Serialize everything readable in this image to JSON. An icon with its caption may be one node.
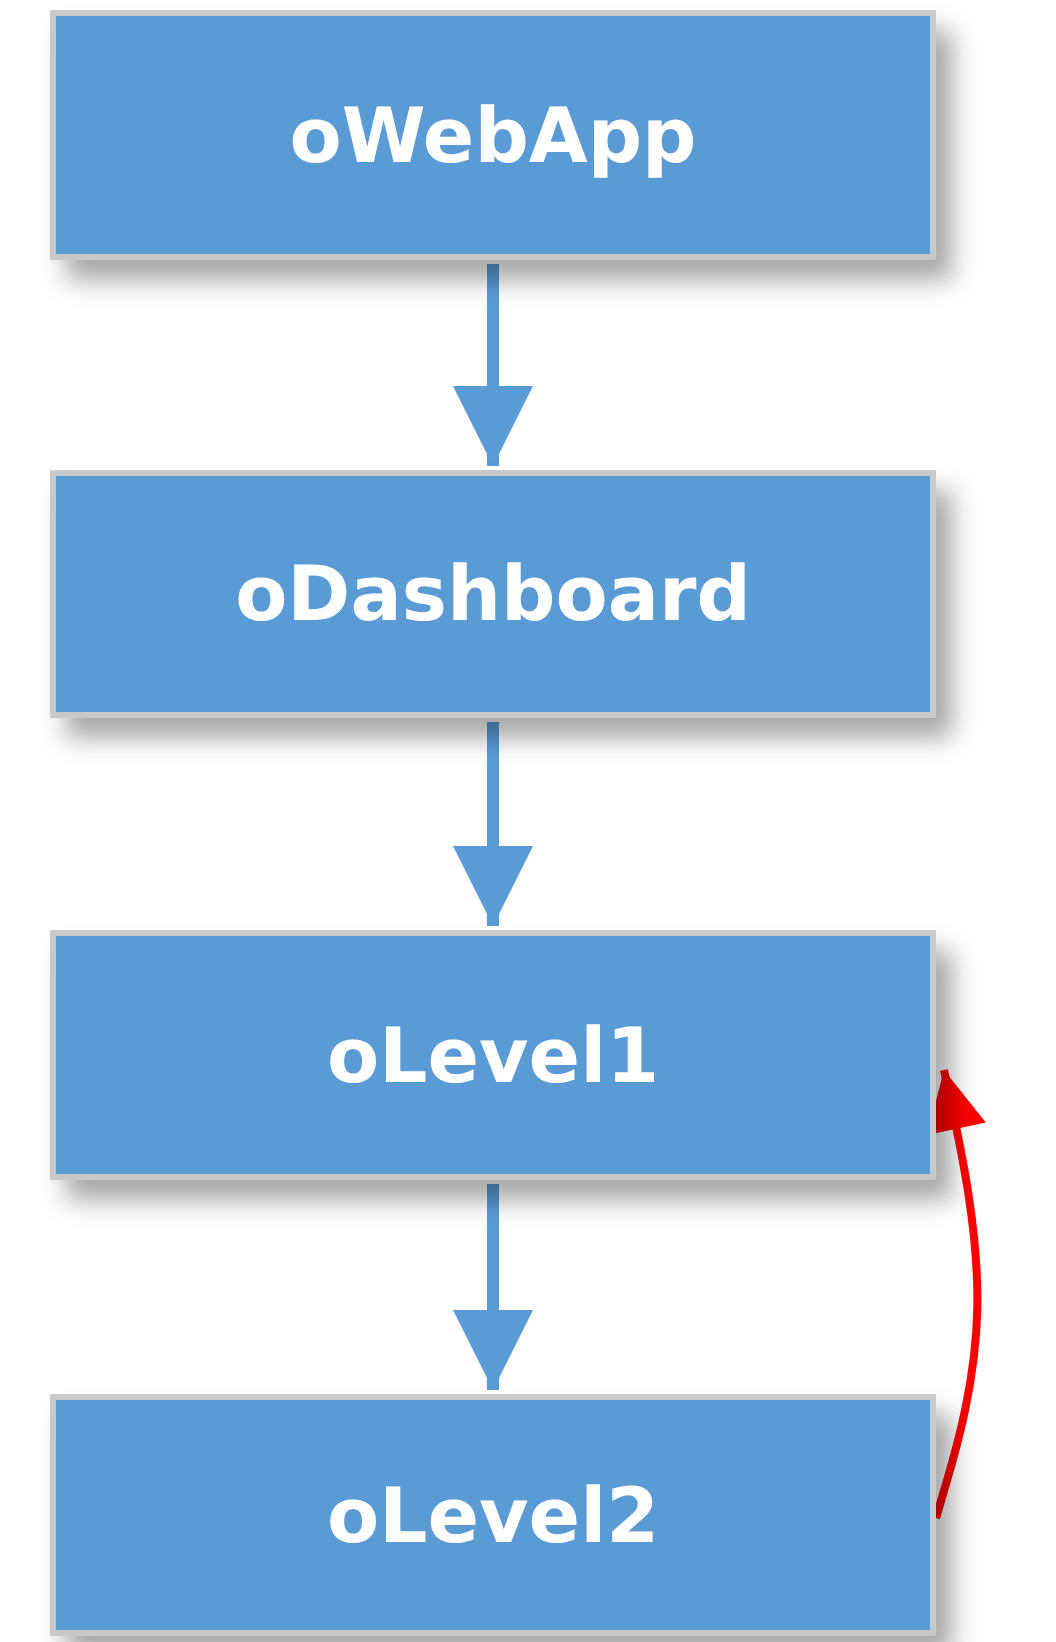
{
  "diagram": {
    "nodes": [
      {
        "text": [
          "oWebApp"
        ]
      },
      {
        "text": [
          "oDashboard"
        ]
      },
      {
        "text": [
          "oLevel1"
        ]
      },
      {
        "text": [
          "oLevel2"
        ]
      }
    ],
    "edges": [
      {
        "from": 0,
        "to": 1,
        "arrow": "to"
      },
      {
        "from": 1,
        "to": 2,
        "arrow": "to"
      },
      {
        "from": 2,
        "to": 3,
        "arrow": "to"
      },
      {
        "from": 3,
        "to": 2,
        "arrow": "to",
        "color": "#ff0000"
      }
    ]
  }
}
